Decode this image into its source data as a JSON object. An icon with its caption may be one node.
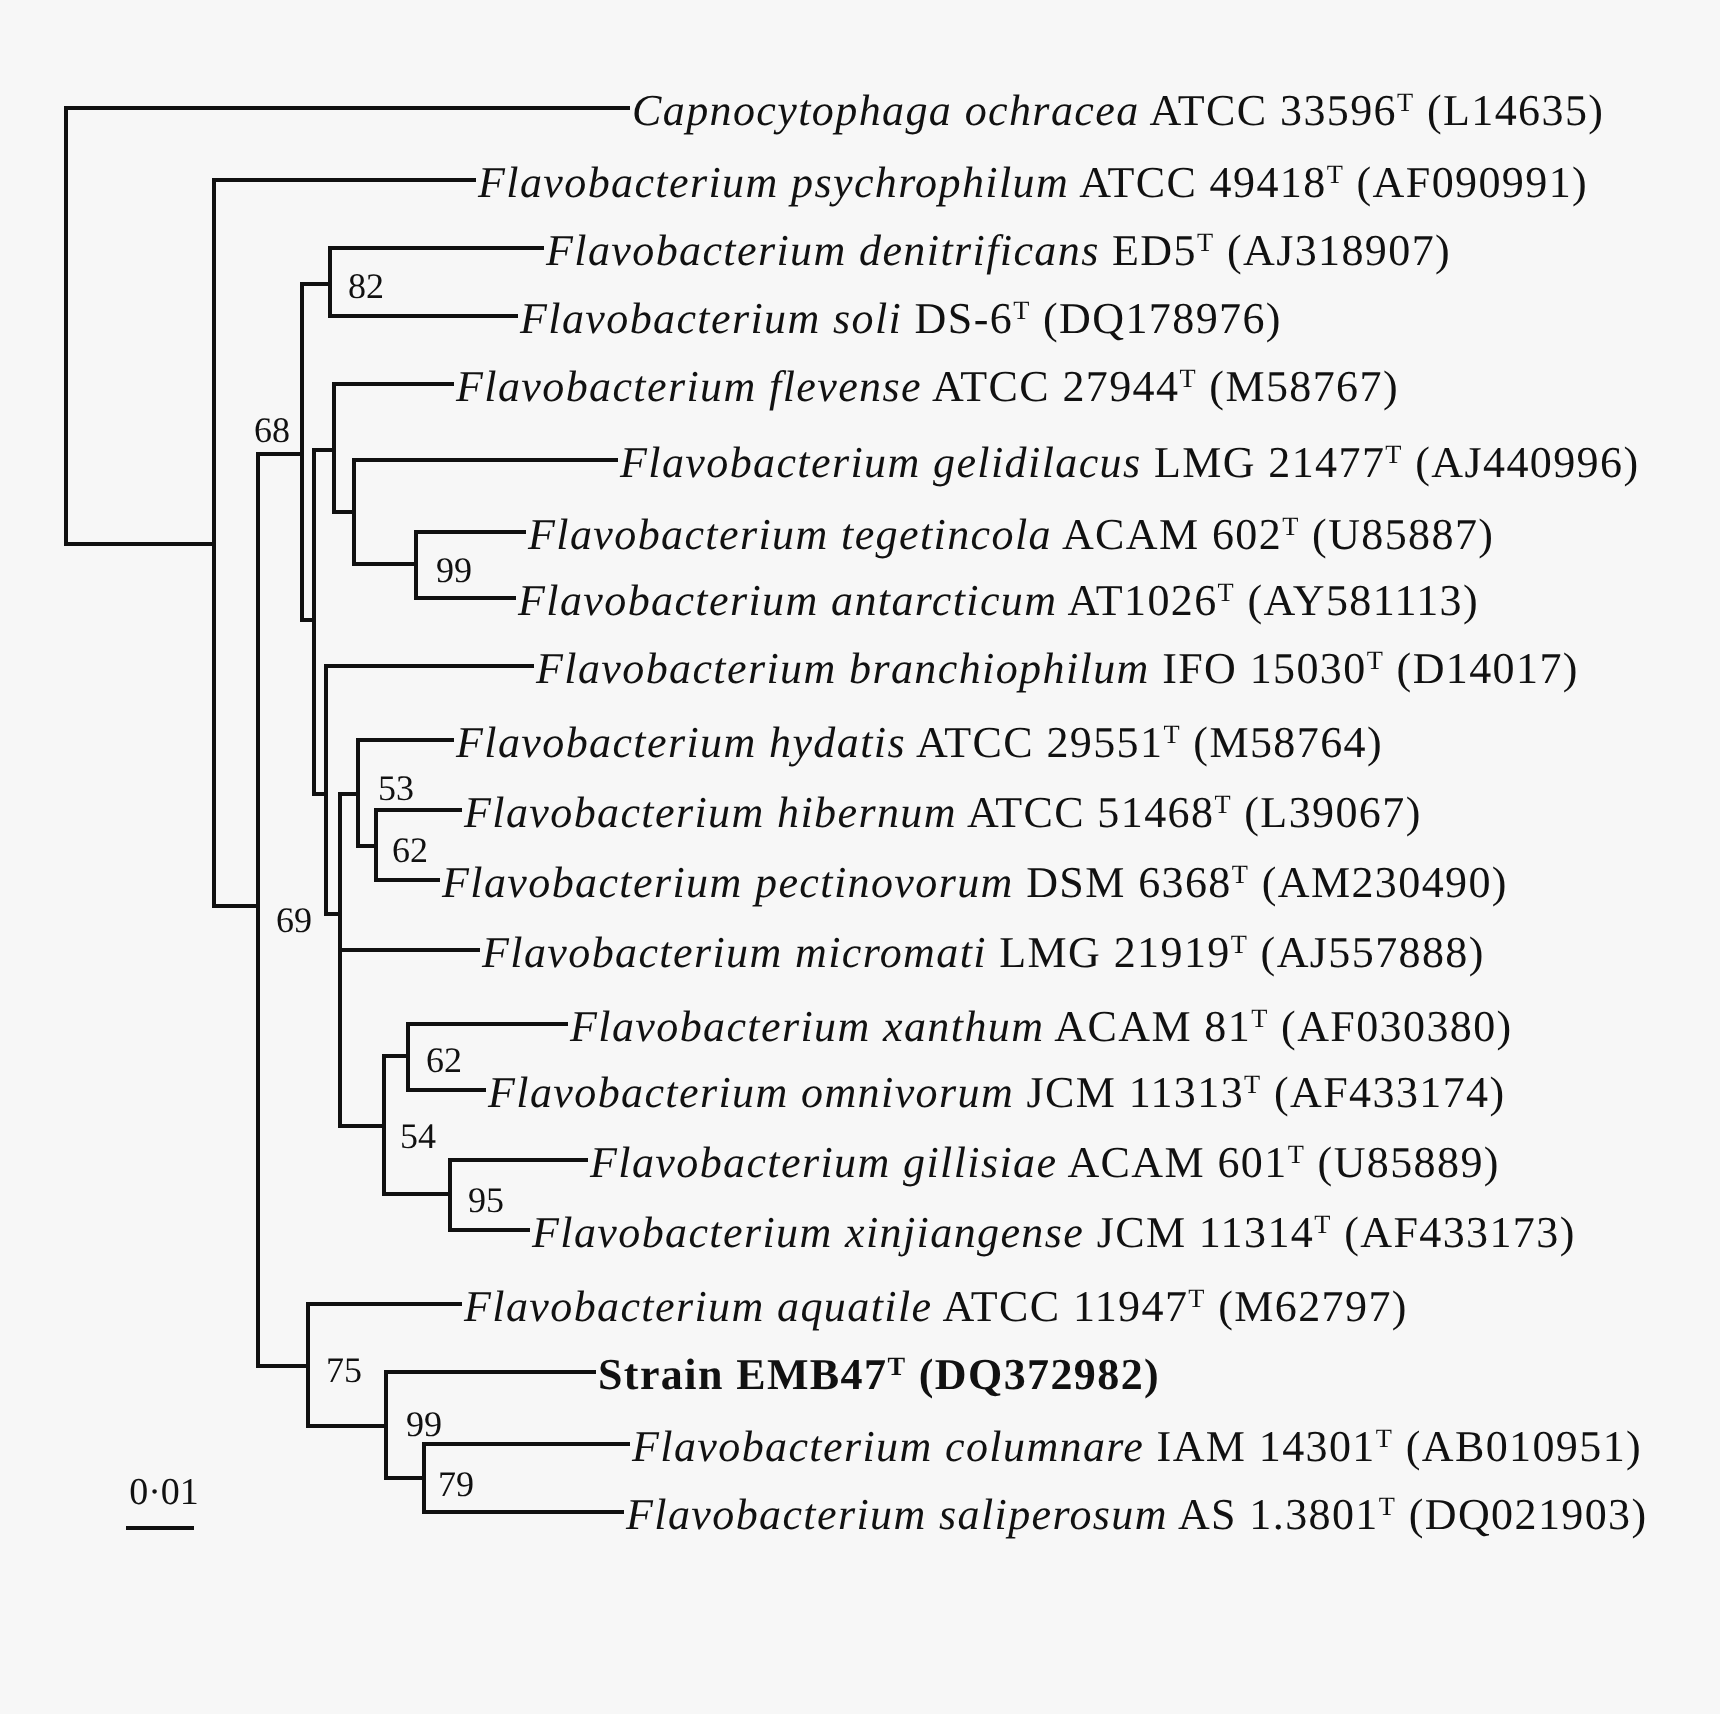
{
  "diagram": {
    "nodes": [
      {
        "text": [
          "*Capnocytophaga ochracea* ATCC 33596$^{T}$ (L14635)"
        ]
      },
      {
        "text": [
          "*Flavobacterium psychrophilum* ATCC 49418$^{T}$ (AF090991)"
        ]
      },
      {
        "text": [
          "*Flavobacterium denitrificans* ED5$^{T}$ (AJ318907)"
        ]
      },
      {
        "text": [
          "*Flavobacterium soli* DS-6$^{T}$ (DQ178976)"
        ]
      },
      {
        "text": [
          "*Flavobacterium flevense* ATCC 27944$^{T}$ (M58767)"
        ]
      },
      {
        "text": [
          "*Flavobacterium gelidilacus* LMG 21477$^{T}$ (AJ440996)"
        ]
      },
      {
        "text": [
          "*Flavobacterium tegetincola* ACAM 602$^{T}$ (U85887)"
        ]
      },
      {
        "text": [
          "*Flavobacterium antarcticum* AT1026$^{T}$ (AY581113)"
        ]
      },
      {
        "text": [
          "*Flavobacterium branchiophilum* IFO 15030$^{T}$ (D14017)"
        ]
      },
      {
        "text": [
          "*Flavobacterium hydatis* ATCC 29551$^{T}$ (M58764)"
        ]
      },
      {
        "text": [
          "*Flavobacterium hibernum* ATCC 51468$^{T}$ (L39067)"
        ]
      },
      {
        "text": [
          "*Flavobacterium pectinovorum* DSM 6368$^{T}$ (AM230490)"
        ]
      },
      {
        "text": [
          "*Flavobacterium micromati* LMG 21919$^{T}$ (AJ557888)"
        ]
      },
      {
        "text": [
          "*Flavobacterium xanthum* ACAM 81$^{T}$ (AF030380)"
        ]
      },
      {
        "text": [
          "*Flavobacterium omnivorum* JCM 11313$^{T}$ (AF433174)"
        ]
      },
      {
        "text": [
          "*Flavobacterium gillisiae* ACAM 601$^{T}$ (U85889)"
        ]
      },
      {
        "text": [
          "*Flavobacterium xinjiangense* JCM 11314$^{T}$ (AF433173)"
        ]
      },
      {
        "text": [
          "*Flavobacterium aquatile* ATCC 11947$^{T}$ (M62797)"
        ]
      },
      {
        "text": [
          "Strain EMB47$^{T}$ (DQ372982)"
        ]
      },
      {
        "text": [
          "*Flavobacterium columnare* IAM 14301$^{T}$ (AB010951)"
        ]
      },
      {
        "text": [
          "*Flavobacterium saliperosum* AS 1.3801$^{T}$ (DQ021903)"
        ]
      },
      {
        "text": [],
        "shape": "bar"
      },
      {
        "text": [],
        "shape": "bar"
      },
      {
        "text": [],
        "shape": "bar",
        "beside": [
          "69"
        ]
      },
      {
        "text": [],
        "shape": "bar",
        "beside": [
          "68"
        ]
      },
      {
        "text": [],
        "shape": "bar",
        "beside": [
          "82"
        ]
      },
      {
        "text": [],
        "shape": "bar"
      },
      {
        "text": [],
        "shape": "bar"
      },
      {
        "text": [],
        "shape": "bar"
      },
      {
        "text": [],
        "shape": "bar",
        "beside": [
          "99"
        ]
      },
      {
        "text": [],
        "shape": "bar"
      },
      {
        "text": [],
        "shape": "bar"
      },
      {
        "text": [],
        "shape": "bar",
        "beside": [
          "53"
        ]
      },
      {
        "text": [],
        "shape": "bar",
        "beside": [
          "62"
        ]
      },
      {
        "text": [],
        "shape": "bar",
        "beside": [
          "54"
        ]
      },
      {
        "text": [],
        "shape": "bar",
        "beside": [
          "62"
        ]
      },
      {
        "text": [],
        "shape": "bar",
        "beside": [
          "95"
        ]
      },
      {
        "text": [],
        "shape": "bar",
        "beside": [
          "75"
        ]
      },
      {
        "text": [],
        "shape": "bar",
        "beside": [
          "99"
        ]
      },
      {
        "text": [],
        "shape": "bar",
        "beside": [
          "79"
        ]
      }
    ],
    "edges": [
      {
        "from": 21,
        "to": 0,
        "arrow": "none"
      },
      {
        "from": 21,
        "to": 22,
        "arrow": "none"
      },
      {
        "from": 22,
        "to": 1,
        "arrow": "none"
      },
      {
        "from": 22,
        "to": 23,
        "arrow": "none"
      },
      {
        "from": 23,
        "to": 24,
        "arrow": "none"
      },
      {
        "from": 23,
        "to": 37,
        "arrow": "none"
      },
      {
        "from": 24,
        "to": 25,
        "arrow": "none"
      },
      {
        "from": 24,
        "to": 26,
        "arrow": "none"
      },
      {
        "from": 25,
        "to": 2,
        "arrow": "none"
      },
      {
        "from": 25,
        "to": 3,
        "arrow": "none"
      },
      {
        "from": 26,
        "to": 27,
        "arrow": "none"
      },
      {
        "from": 26,
        "to": 30,
        "arrow": "none"
      },
      {
        "from": 27,
        "to": 4,
        "arrow": "none"
      },
      {
        "from": 27,
        "to": 28,
        "arrow": "none"
      },
      {
        "from": 28,
        "to": 5,
        "arrow": "none"
      },
      {
        "from": 28,
        "to": 29,
        "arrow": "none"
      },
      {
        "from": 29,
        "to": 6,
        "arrow": "none"
      },
      {
        "from": 29,
        "to": 7,
        "arrow": "none"
      },
      {
        "from": 30,
        "to": 8,
        "arrow": "none"
      },
      {
        "from": 30,
        "to": 31,
        "arrow": "none"
      },
      {
        "from": 31,
        "to": 32,
        "arrow": "none"
      },
      {
        "from": 31,
        "to": 12,
        "arrow": "none"
      },
      {
        "from": 31,
        "to": 34,
        "arrow": "none"
      },
      {
        "from": 32,
        "to": 9,
        "arrow": "none"
      },
      {
        "from": 32,
        "to": 33,
        "arrow": "none"
      },
      {
        "from": 33,
        "to": 10,
        "arrow": "none"
      },
      {
        "from": 33,
        "to": 11,
        "arrow": "none"
      },
      {
        "from": 34,
        "to": 35,
        "arrow": "none"
      },
      {
        "from": 34,
        "to": 36,
        "arrow": "none"
      },
      {
        "from": 35,
        "to": 13,
        "arrow": "none"
      },
      {
        "from": 35,
        "to": 14,
        "arrow": "none"
      },
      {
        "from": 36,
        "to": 15,
        "arrow": "none"
      },
      {
        "from": 36,
        "to": 16,
        "arrow": "none"
      },
      {
        "from": 37,
        "to": 17,
        "arrow": "none"
      },
      {
        "from": 37,
        "to": 38,
        "arrow": "none"
      },
      {
        "from": 38,
        "to": 18,
        "arrow": "none"
      },
      {
        "from": 38,
        "to": 39,
        "arrow": "none"
      },
      {
        "from": 39,
        "to": 19,
        "arrow": "none"
      },
      {
        "from": 39,
        "to": 20,
        "arrow": "none"
      }
    ],
    "labels": [
      "0·01"
    ]
  }
}
